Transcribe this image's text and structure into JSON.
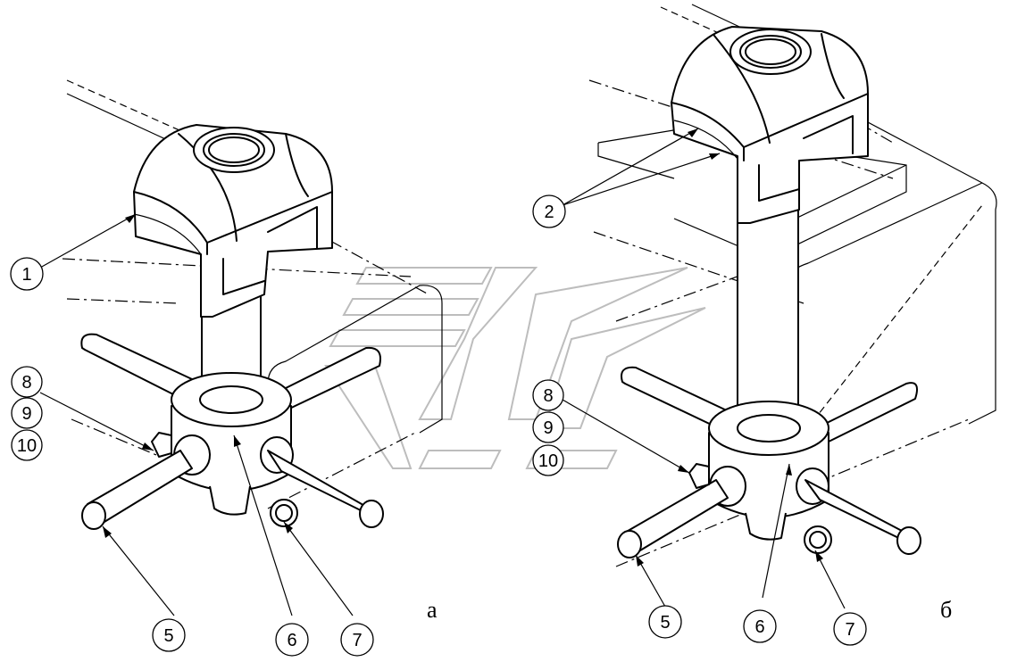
{
  "views": [
    {
      "id": "a",
      "caption": "а",
      "callouts": [
        "1",
        "8",
        "9",
        "10",
        "5",
        "6",
        "7"
      ]
    },
    {
      "id": "b",
      "caption": "б",
      "callouts": [
        "2",
        "8",
        "9",
        "10",
        "5",
        "6",
        "7"
      ]
    }
  ]
}
